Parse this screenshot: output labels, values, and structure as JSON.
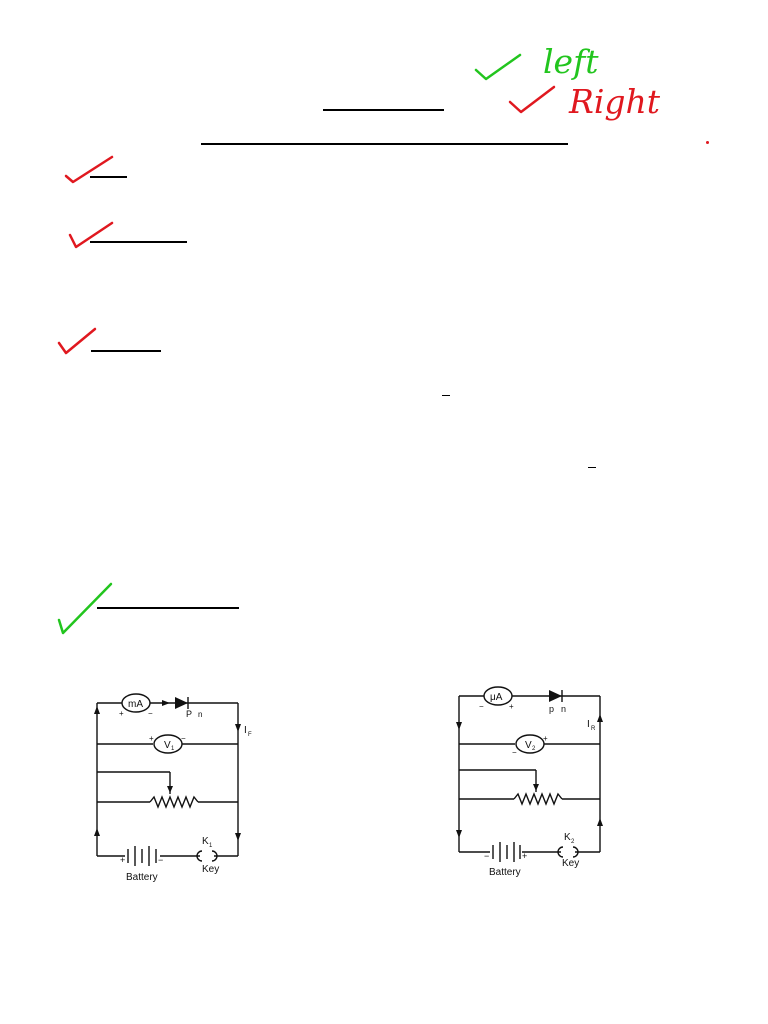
{
  "annotations": {
    "left_note": "left",
    "right_note": "Right",
    "left_color": "#22c51e",
    "right_color": "#e0181f"
  },
  "circuit_forward": {
    "ammeter": "mA",
    "ammeter_plus": "+",
    "ammeter_minus": "−",
    "diode_p": "P",
    "diode_n": "n",
    "current": "I",
    "current_sub": "F",
    "voltmeter": "V",
    "voltmeter_sub": "1",
    "voltmeter_plus": "+",
    "voltmeter_minus": "−",
    "battery_plus": "+",
    "battery_minus": "−",
    "battery_label": "Battery",
    "key_symbol": "K",
    "key_sub": "1",
    "key_label": "Key"
  },
  "circuit_reverse": {
    "ammeter": "μA",
    "ammeter_plus": "+",
    "ammeter_minus": "−",
    "diode_p": "p",
    "diode_n": "n",
    "current": "I",
    "current_sub": "R",
    "voltmeter": "V",
    "voltmeter_sub": "2",
    "voltmeter_plus": "+",
    "voltmeter_minus": "−",
    "battery_minus": "−",
    "battery_plus": "+",
    "battery_label": "Battery",
    "key_symbol": "K",
    "key_sub": "2",
    "key_label": "Key"
  }
}
